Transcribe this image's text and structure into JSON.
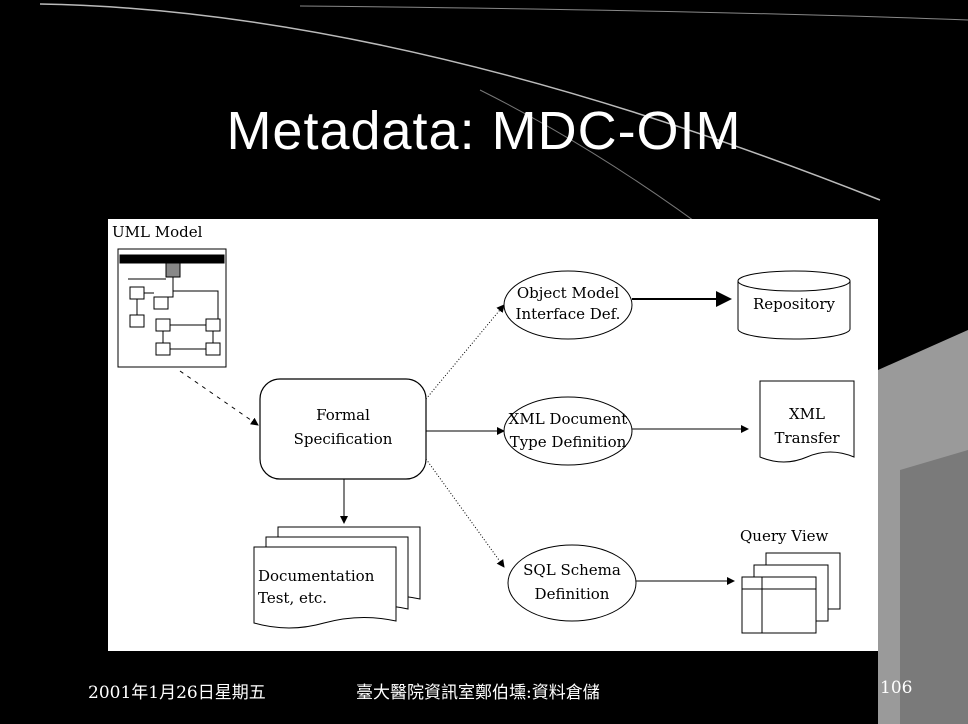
{
  "slide": {
    "title": "Metadata: MDC-OIM",
    "footer_date": "2001年1月26日星期五",
    "footer_center": "臺大醫院資訊室鄭伯壎:資料倉儲",
    "page_number": "106"
  },
  "diagram": {
    "uml_model_label": "UML Model",
    "formal_spec": [
      "Formal",
      "Specification"
    ],
    "object_model": [
      "Object Model",
      "Interface Def."
    ],
    "repository": "Repository",
    "xml_dtd": [
      "XML Document",
      "Type Definition"
    ],
    "xml_transfer": [
      "XML",
      "Transfer"
    ],
    "sql_schema": [
      "SQL Schema",
      "Definition"
    ],
    "query_view_label": "Query View",
    "documentation": [
      "Documentation",
      "Test, etc."
    ]
  }
}
